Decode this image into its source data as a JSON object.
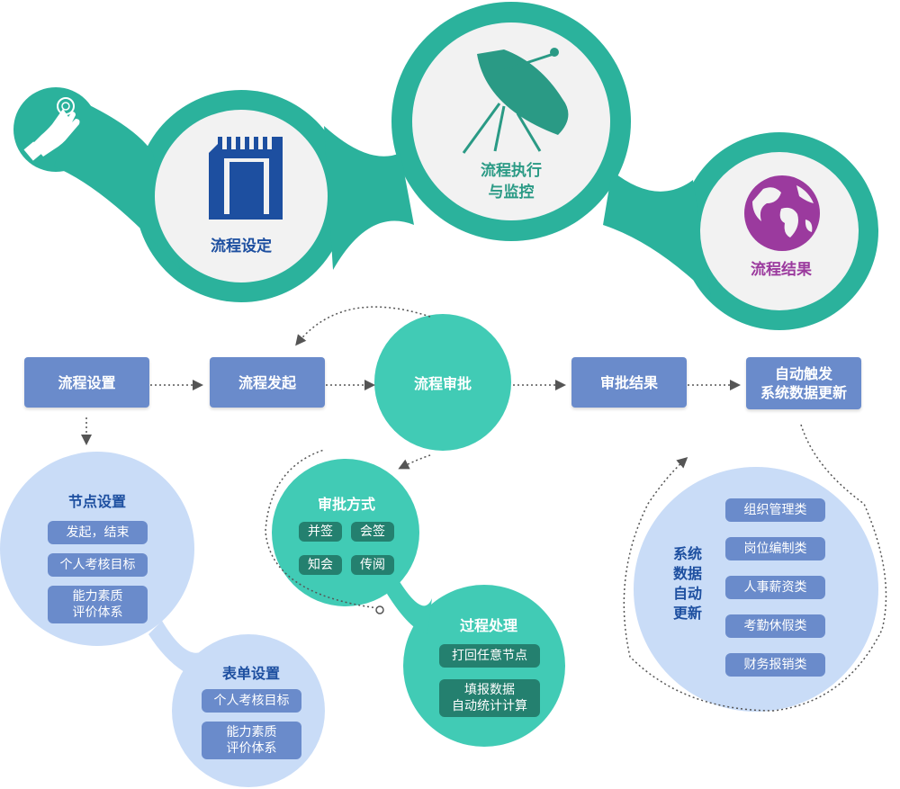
{
  "top": {
    "stage1": {
      "label": "流程设定",
      "color": "#1d4fa0"
    },
    "stage2": {
      "line1": "流程执行",
      "line2": "与监控",
      "color": "#2a9a85"
    },
    "stage3": {
      "label": "流程结果",
      "color": "#9b3a9e"
    }
  },
  "flow": {
    "step1": "流程设置",
    "step2": "流程发起",
    "step3": "流程审批",
    "step4": "审批结果",
    "step5_line1": "自动触发",
    "step5_line2": "系统数据更新"
  },
  "node_settings": {
    "title": "节点设置",
    "items": [
      "发起，结束",
      "个人考核目标"
    ],
    "item3_line1": "能力素质",
    "item3_line2": "评价体系"
  },
  "form_settings": {
    "title": "表单设置",
    "item1": "个人考核目标",
    "item2_line1": "能力素质",
    "item2_line2": "评价体系"
  },
  "approval_methods": {
    "title": "审批方式",
    "items": [
      "并签",
      "会签",
      "知会",
      "传阅"
    ]
  },
  "process_handling": {
    "title": "过程处理",
    "item1": "打回任意节点",
    "item2_line1": "填报数据",
    "item2_line2": "自动统计计算"
  },
  "auto_update": {
    "label": "系统\n数据\n自动\n更新",
    "items": [
      "组织管理类",
      "岗位编制类",
      "人事薪资类",
      "考勤休假类",
      "财务报销类"
    ]
  },
  "colors": {
    "teal": "#2bb29c",
    "teal_light": "#41cbb5",
    "inner_circle": "#f2f2f2",
    "blue_box": "#6a8bcb",
    "light_blue_bg": "#c9dcf7",
    "dark_blue_text": "#1d4fa0",
    "dark_teal_chip": "#24806f",
    "purple": "#9b3a9e"
  }
}
